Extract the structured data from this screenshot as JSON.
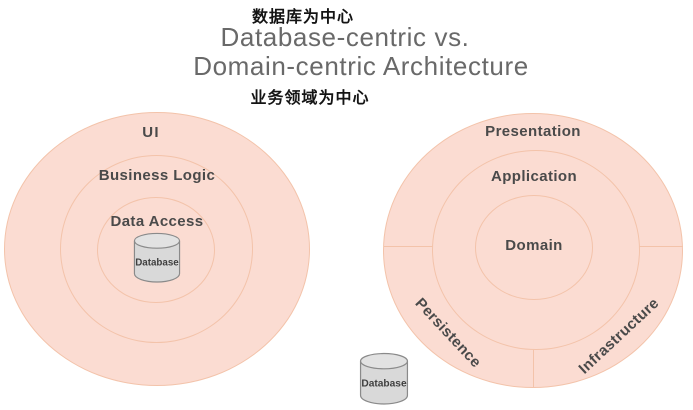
{
  "header": {
    "top_annotation": "数据库为中心",
    "title_line1": "Database-centric vs.",
    "title_line2": "Domain-centric Architecture",
    "bottom_annotation": "业务领域为中心"
  },
  "left_diagram": {
    "type": "database-centric",
    "ring_labels": {
      "outer": "UI",
      "middle": "Business Logic",
      "inner": "Data Access"
    },
    "database_label": "Database"
  },
  "right_diagram": {
    "type": "domain-centric",
    "ring_labels": {
      "outer": "Presentation",
      "middle": "Application",
      "inner": "Domain"
    },
    "outer_segment_labels": {
      "bottom_left": "Persistence",
      "bottom_right": "Infrastructure"
    },
    "database_label": "Database"
  },
  "colors": {
    "ring_fill": "#fbdcd2",
    "ring_border": "#f3c3aa",
    "ring_label_text": "#4a4a4a",
    "title_text": "#696969",
    "annotation_text": "#141414",
    "cylinder_fill": "#d9d9d9",
    "cylinder_border": "#8a8a8a",
    "cylinder_label_text": "#3f3f3f",
    "background": "#ffffff"
  }
}
